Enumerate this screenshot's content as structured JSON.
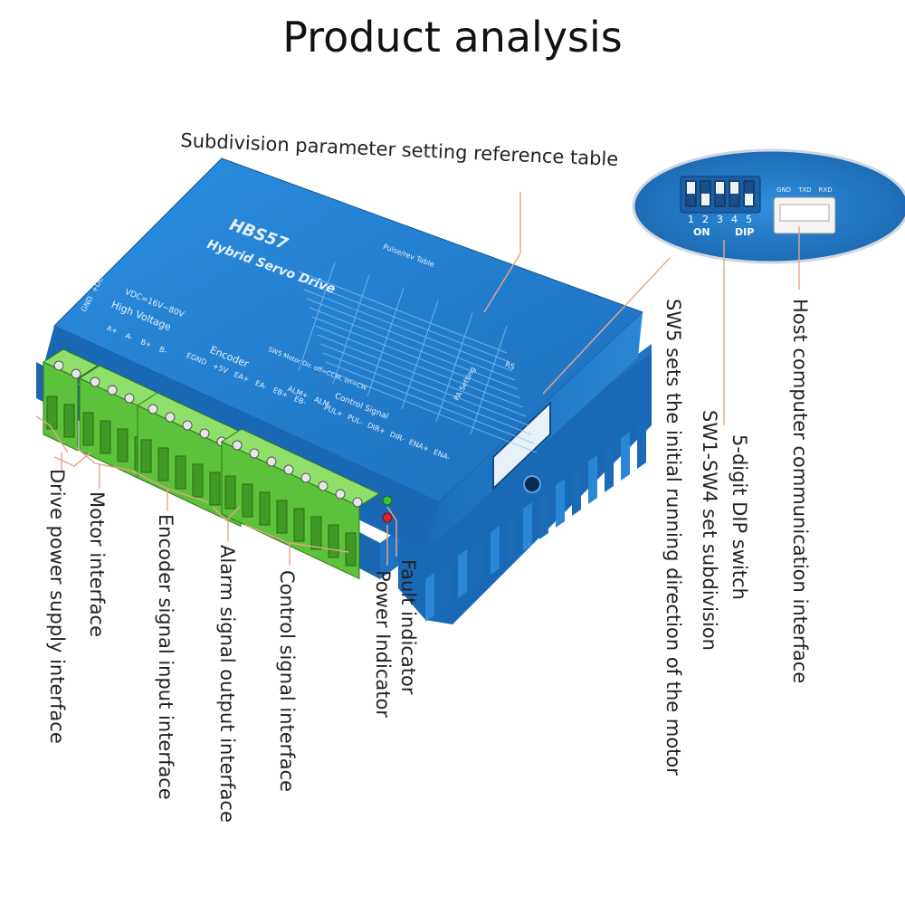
{
  "title": "Product analysis",
  "top_label": "Subdivision parameter setting reference table",
  "device": {
    "model": "HBS57",
    "subtitle": "Hybrid Servo Drive",
    "voltage": "VDC=16V~80V",
    "high_voltage": "High Voltage",
    "encoder": "Encoder",
    "control": "Control Signal",
    "table_title": "Pulse/rev Table",
    "pa_setting": "PA Setting",
    "rs": "RS",
    "sw5_note": "SW5 Motor Dir. off=CCW, on=CW",
    "pins_power": [
      "GND",
      "+DC"
    ],
    "pins_motor": [
      "A+",
      "A-",
      "B+",
      "B-"
    ],
    "pins_encoder": [
      "EGND",
      "+5V",
      "EA+",
      "EA-",
      "EB+",
      "EB-"
    ],
    "pins_alarm": [
      "ALM+",
      "ALM-"
    ],
    "pins_control": [
      "PUL+",
      "PUL-",
      "DIR+",
      "DIR-",
      "ENA+",
      "ENA-"
    ]
  },
  "dip_inset": {
    "numbers": [
      "1",
      "2",
      "3",
      "4",
      "5"
    ],
    "on_label": "ON",
    "dip_label": "DIP",
    "connector_pins": [
      "GND",
      "TXD",
      "RXD"
    ]
  },
  "callouts": {
    "power": "Drive power supply interface",
    "motor": "Motor interface",
    "encoder": "Encoder signal input interface",
    "alarm": "Alarm signal output interface",
    "control": "Control signal interface",
    "power_indicator": "Power Indicator",
    "fault_indicator": "Fault indicator",
    "sw5": "SW5 sets the initial running direction of the motor",
    "sw1_sw4": "SW1-SW4 set subdivision",
    "dip": "5-digit DIP switch",
    "host": "Host computer communication interface"
  },
  "colors": {
    "body_blue": "#1f7fd0",
    "body_dark": "#135a9c",
    "terminal_green": "#6fd24a",
    "leader_line": "#e8a48c"
  }
}
